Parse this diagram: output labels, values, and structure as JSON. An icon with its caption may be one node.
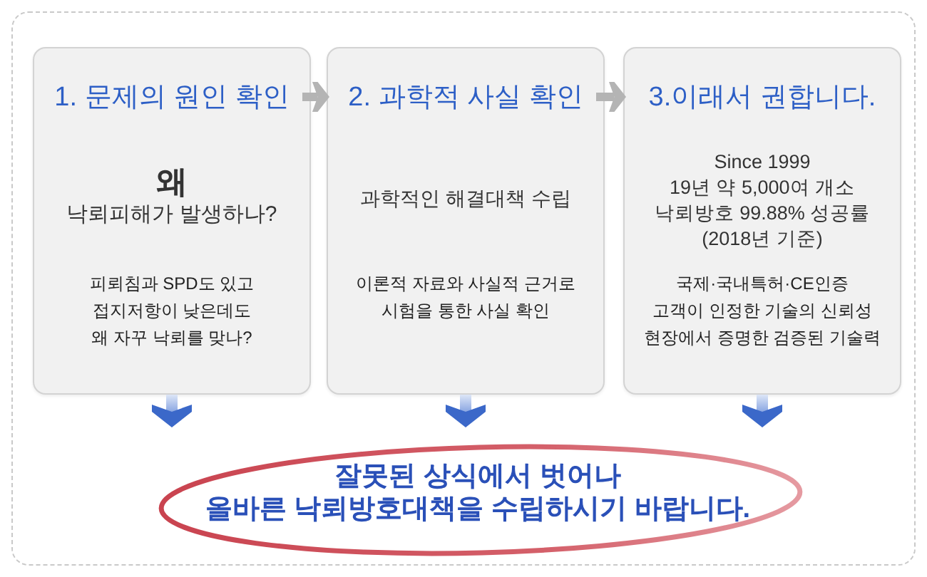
{
  "diagram": {
    "nodes": [
      {
        "text": [
          "1. 문제의 원인 확인",
          "왜",
          "낙뢰피해가 발생하나?",
          "피뢰침과 SPD도 있고 접지저항이 낮은데도 왜 자꾸 낙뢰를 맞나?"
        ]
      },
      {
        "text": [
          "2. 과학적 사실 확인",
          "과학적인 해결대책 수립",
          "이론적 자료와 사실적 근거로 시험을 통한 사실 확인"
        ]
      },
      {
        "text": [
          "3.이래서 권합니다.",
          "Since 1999 19년 약 5,000여 개소 낙뢰방호 99.88% 성공률 (2018년 기준)",
          "국제·국내특허·CE인증 고객이 인정한 기술의 신뢰성 현장에서 증명한 검증된 기술력"
        ]
      },
      {
        "text": [
          "잘못된 상식에서 벗어나 올바른 낙뢰방호대책을 수립하시기 바랍니다."
        ]
      }
    ],
    "edges": [
      {
        "from": 0,
        "to": 1,
        "arrow": "to",
        "color": "#b4b4b4"
      },
      {
        "from": 1,
        "to": 2,
        "arrow": "to",
        "color": "#b4b4b4"
      },
      {
        "from": 0,
        "to": 3,
        "arrow": "to"
      },
      {
        "from": 1,
        "to": 3,
        "arrow": "to"
      },
      {
        "from": 2,
        "to": 3,
        "arrow": "to"
      }
    ]
  }
}
